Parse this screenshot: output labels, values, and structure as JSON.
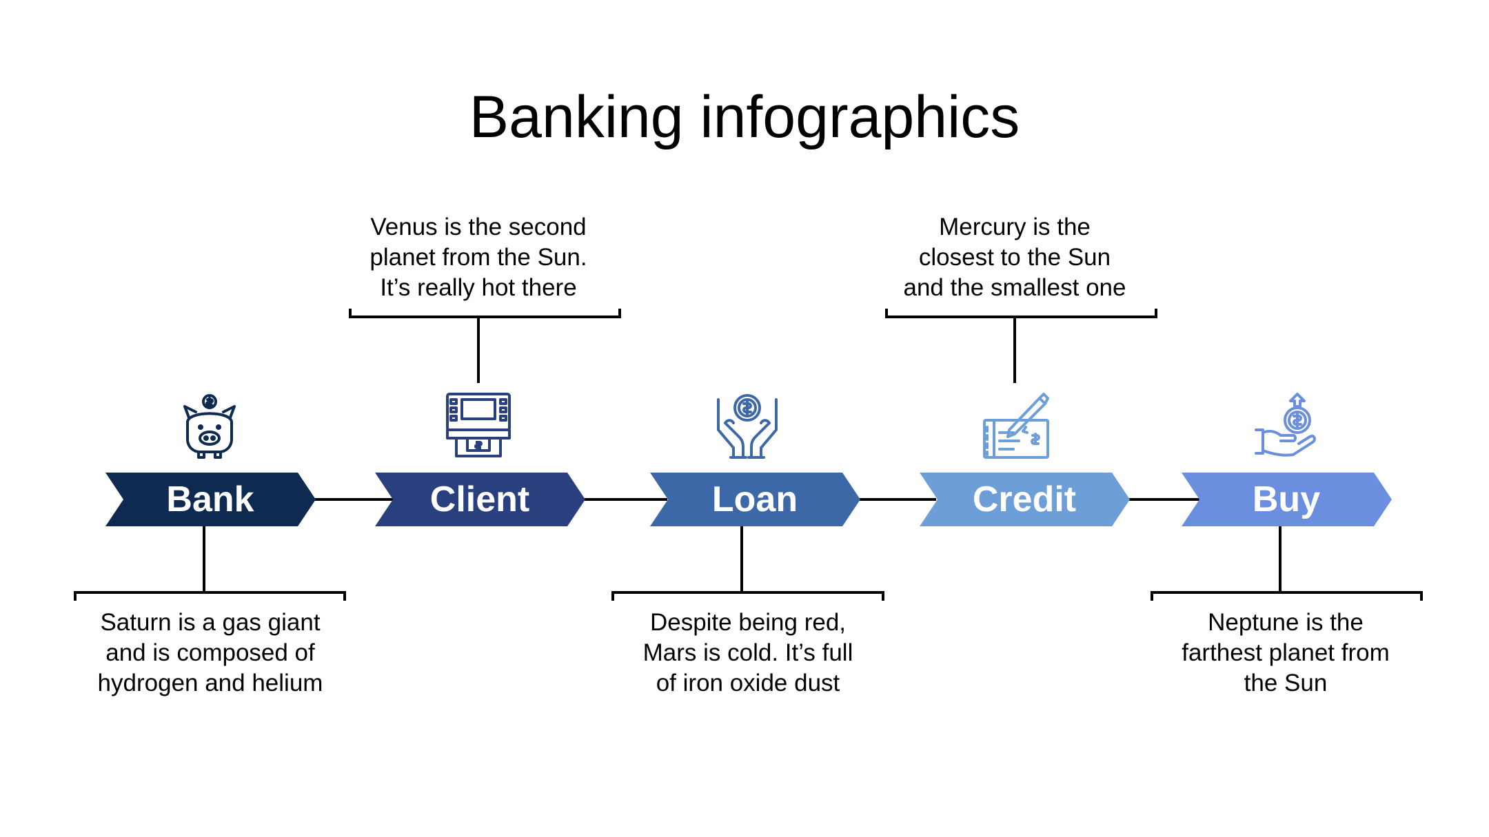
{
  "title": "Banking infographics",
  "colors": {
    "line": "#000000",
    "bank": "#0e2a51",
    "client": "#2a3f7d",
    "loan": "#3c68a7",
    "credit": "#6e9ed8",
    "buy": "#6b8fde"
  },
  "steps": [
    {
      "label": "Bank",
      "icon": "piggy-bank-icon",
      "color": "#0e2a51",
      "description": "Saturn is a gas giant\nand is composed of\nhydrogen and helium",
      "position": "bottom"
    },
    {
      "label": "Client",
      "icon": "atm-icon",
      "color": "#2a3f7d",
      "description": "Venus is the second\nplanet from the Sun.\nIt’s really hot there",
      "position": "top"
    },
    {
      "label": "Loan",
      "icon": "hands-coin-icon",
      "color": "#3c68a7",
      "description": "Despite being red,\nMars is cold. It’s full\nof iron oxide dust",
      "position": "bottom"
    },
    {
      "label": "Credit",
      "icon": "check-pen-icon",
      "color": "#6e9ed8",
      "description": "Mercury is the\nclosest to the Sun\nand the smallest one",
      "position": "top"
    },
    {
      "label": "Buy",
      "icon": "hand-coin-arrow-icon",
      "color": "#6b8fde",
      "description": "Neptune is the\nfarthest planet from\nthe Sun",
      "position": "bottom"
    }
  ]
}
